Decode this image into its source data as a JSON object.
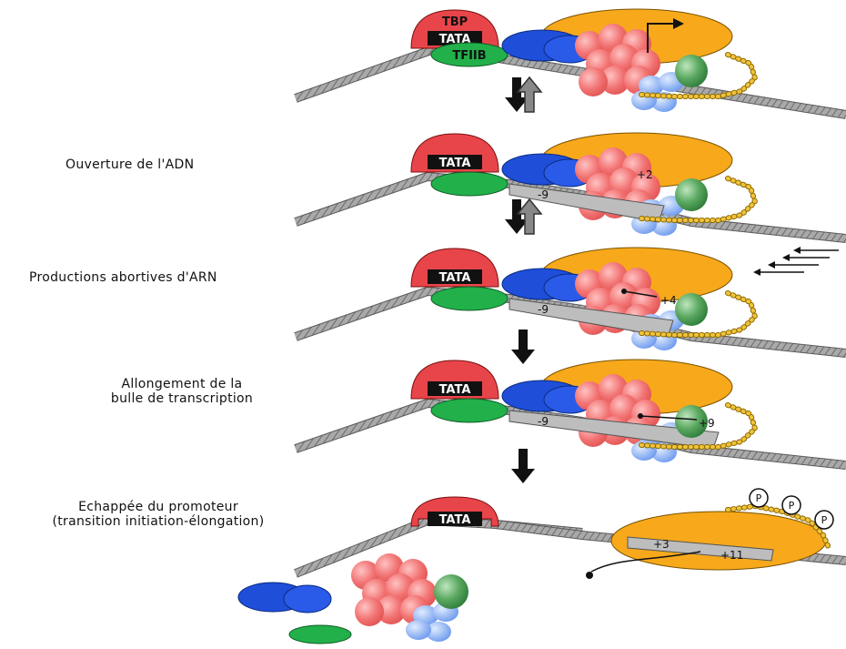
{
  "captions": {
    "step2": "Ouverture de l'ADN",
    "step3": "Productions abortives d'ARN",
    "step4_line1": "Allongement de la",
    "step4_line2": "bulle de transcription",
    "step5_line1": "Echappée du promoteur",
    "step5_line2": "(transition initiation-élongation)"
  },
  "labels": {
    "tbp": "TBP",
    "tata": "TATA",
    "tfiib": "TFIIB",
    "pos_minus9": "-9",
    "pos_plus2": "+2",
    "pos_plus4": "+4",
    "pos_plus9": "+9",
    "pos_plus3": "+3",
    "pos_plus11": "+11",
    "phospho": "P"
  },
  "colors": {
    "tbp_red": "#e8454a",
    "tfiib_green": "#22b04a",
    "tfiie_blue": "#1f4fd8",
    "polymerase_orange": "#f7a91b",
    "pink_complex": "#f08080",
    "dna_gray": "#8a8a8a"
  }
}
